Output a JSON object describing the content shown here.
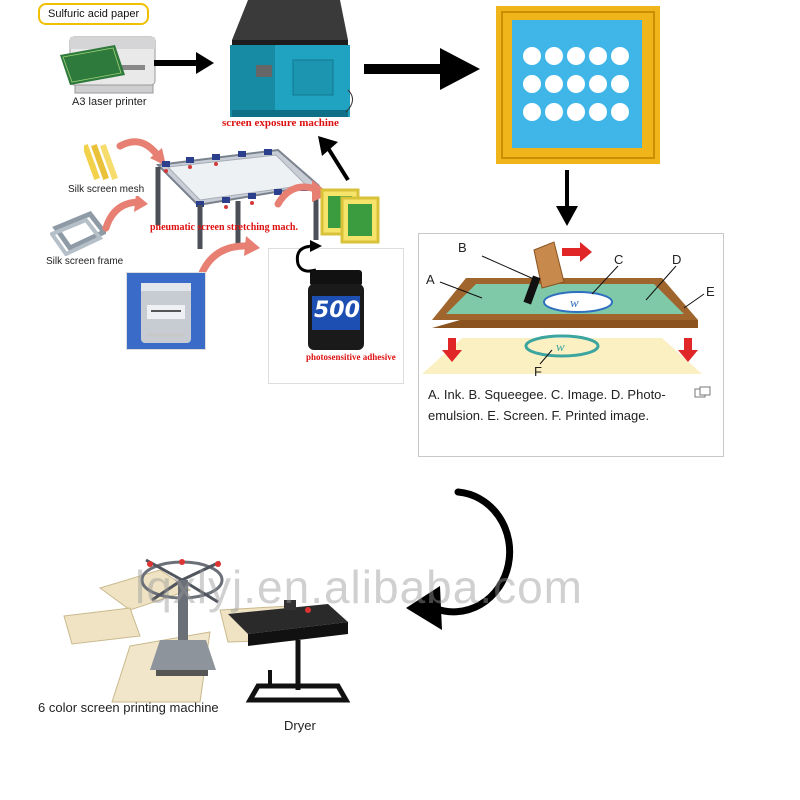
{
  "labels": {
    "sulfuric_paper": "Sulfuric acid paper",
    "laser_printer": "A3 laser printer",
    "exposure_machine": "screen exposure machine",
    "silk_mesh": "Silk screen mesh",
    "silk_frame": "Silk screen frame",
    "stretching_machine": "pneumatic screen stretching mach.",
    "photosensitive_adhesive": "photosensitive adhesive",
    "printing_machine": "6 color screen printing machine",
    "dryer": "Dryer"
  },
  "diagram": {
    "letters": {
      "a": "A",
      "b": "B",
      "c": "C",
      "d": "D",
      "e": "E",
      "f": "F"
    },
    "caption": "A. Ink. B. Squeegee. C. Image. D. Photo-emulsion. E. Screen. F. Printed image."
  },
  "jar_label": "500",
  "watermark": "lqxlyj.en.alibaba.com",
  "colors": {
    "machine_teal": "#1fa3c0",
    "frame_yellow": "#f1b51c",
    "screen_blue": "#3fb5e8",
    "arrow_pink": "#e77f73",
    "label_red": "#dd1111",
    "emulsion_green": "#7fc9a8",
    "wood": "#a0652c"
  }
}
